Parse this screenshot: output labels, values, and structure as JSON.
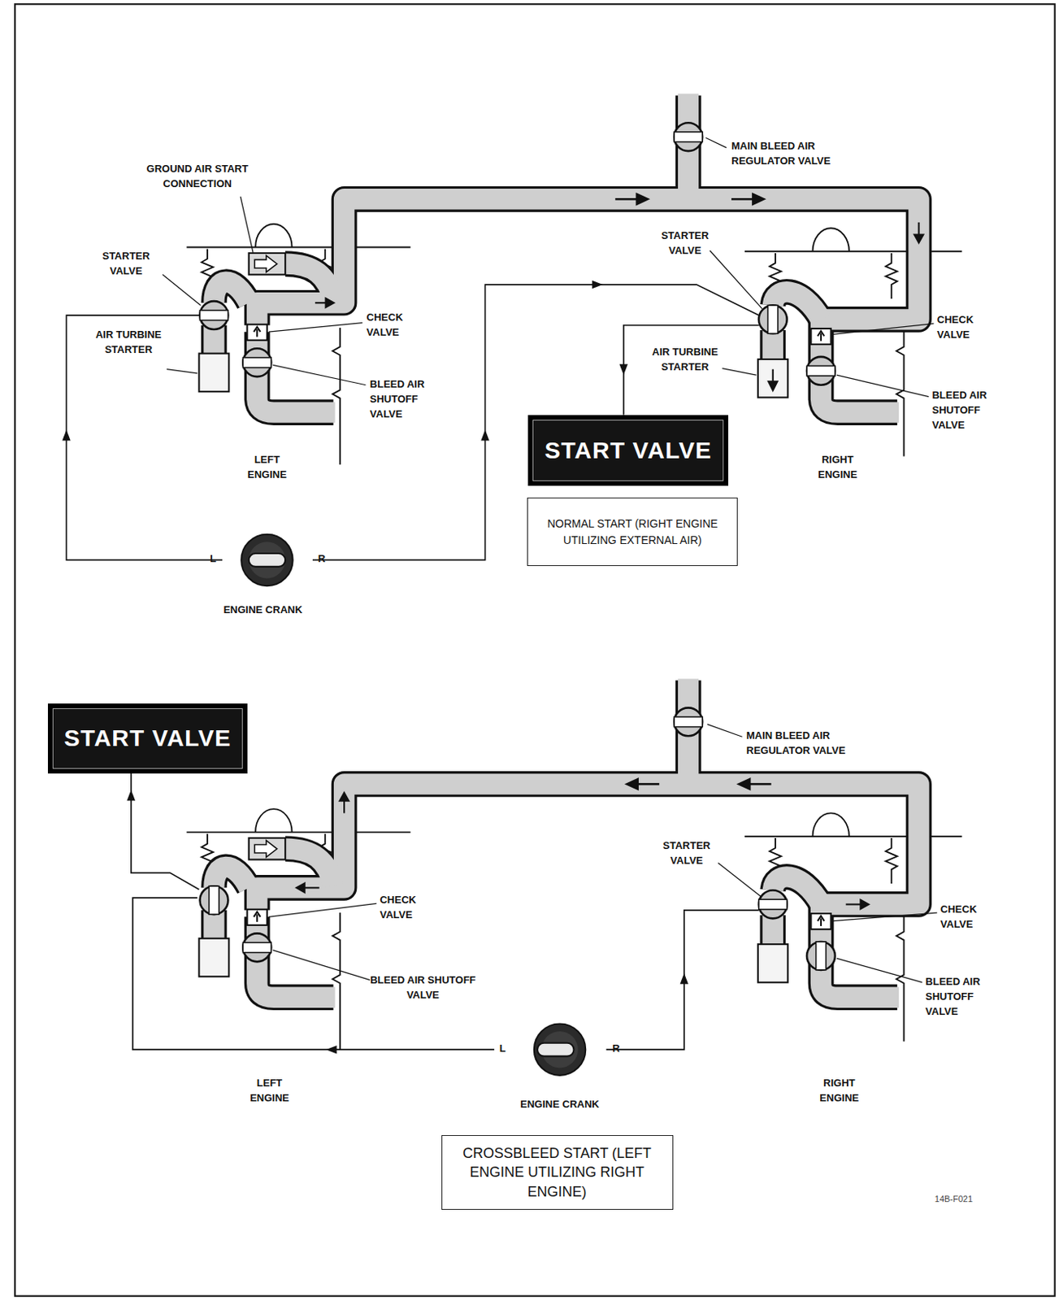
{
  "diagram": {
    "nodes": [
      {
        "text": [
          "START VALVE"
        ]
      },
      {
        "text": [
          "NORMAL START (RIGHT ENGINE UTILIZING EXTERNAL AIR)"
        ]
      },
      {
        "text": [
          "START VALVE"
        ]
      },
      {
        "text": [
          "CROSSBLEED START (LEFT ENGINE UTILIZING RIGHT ENGINE)"
        ]
      }
    ],
    "labels": [
      "GROUND AIR START CONNECTION",
      "MAIN BLEED AIR REGULATOR VALVE",
      "STARTER VALVE",
      "AIR TURBINE STARTER",
      "CHECK VALVE",
      "BLEED AIR SHUTOFF VALVE",
      "LEFT ENGINE",
      "STARTER VALVE",
      "AIR TURBINE STARTER",
      "CHECK VALVE",
      "BLEED AIR SHUTOFF VALVE",
      "RIGHT ENGINE",
      "L",
      "R",
      "ENGINE CRANK",
      "MAIN BLEED AIR REGULATOR VALVE",
      "STARTER VALVE",
      "CHECK VALVE",
      "BLEED AIR SHUTOFF VALVE",
      "CHECK VALVE",
      "BLEED AIR SHUTOFF VALVE",
      "L",
      "R",
      "ENGINE CRANK",
      "LEFT ENGINE",
      "RIGHT ENGINE",
      "14B-F021"
    ]
  }
}
